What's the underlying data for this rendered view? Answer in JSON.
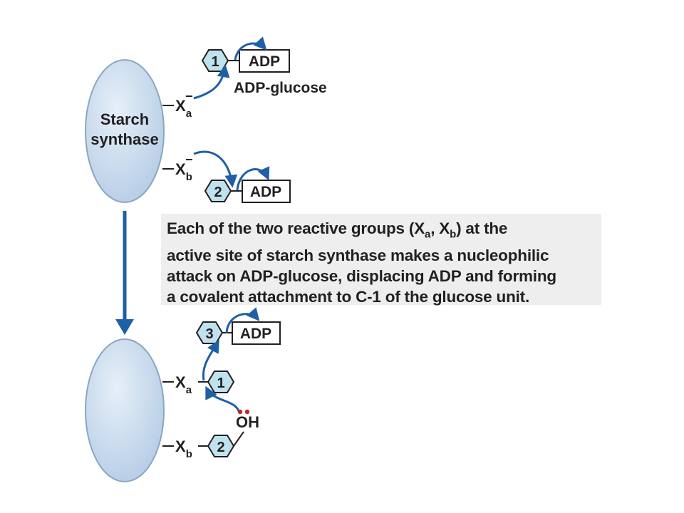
{
  "enzyme": {
    "name_line1": "Starch",
    "name_line2": "synthase"
  },
  "groups": {
    "x": "X",
    "a": "a",
    "b": "b",
    "charge": "−"
  },
  "top": {
    "glucose_number": "1",
    "adp": "ADP",
    "adp_glucose_label": "ADP-glucose",
    "second_glucose_number": "2",
    "second_adp": "ADP"
  },
  "bottom": {
    "glucose_3": "3",
    "adp": "ADP",
    "glucose_1": "1",
    "glucose_2": "2",
    "hydroxyl": "OH"
  },
  "caption": {
    "line1_prefix": "Each of the two reactive groups (X",
    "line1_sub_a": "a",
    "line1_mid": ", X",
    "line1_sub_b": "b",
    "line1_suffix": ") at the",
    "line2": "active site of starch synthase makes a nucleophilic",
    "line3": "attack on ADP-glucose, displacing ADP and forming",
    "line4": "a covalent attachment to C-1 of the glucose unit."
  },
  "colors": {
    "enzyme_fill": "#c9dcef",
    "enzyme_stroke": "#8aa6c3",
    "hexagon_fill": "#bfe3ee",
    "arrow_blue": "#1f5fa6",
    "electron_red": "#c1272d",
    "text": "#231f20",
    "caption_bg": "#eeeeef"
  }
}
